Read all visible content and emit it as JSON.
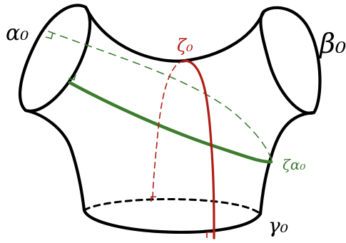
{
  "labels": {
    "alpha": "α₀",
    "beta": "β₀",
    "gamma": "γ₀",
    "z_top": "ζ₀",
    "z_alpha": "ζα₀"
  },
  "colors": {
    "outline": "#000000",
    "green": "#3d7d2f",
    "red": "#b01e14"
  }
}
